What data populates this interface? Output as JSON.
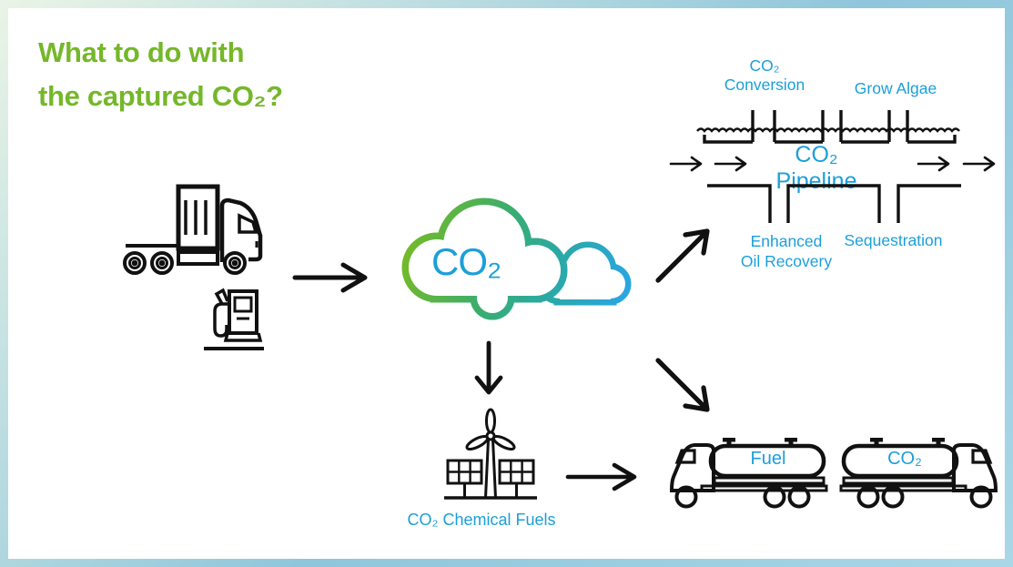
{
  "title": {
    "line1": "What to do with",
    "line2": "the captured CO₂?"
  },
  "cloud": {
    "label": "CO₂"
  },
  "pipeline": {
    "conversion": {
      "line1": "CO₂",
      "line2": "Conversion"
    },
    "grow_algae": "Grow Algae",
    "pipeline_label": "CO₂ Pipeline",
    "enhanced_oil_recovery": {
      "line1": "Enhanced",
      "line2": "Oil Recovery"
    },
    "sequestration": "Sequestration"
  },
  "chemical_fuels": {
    "label": "CO₂ Chemical Fuels"
  },
  "tankers": {
    "fuel_label": "Fuel",
    "co2_label": "CO₂"
  },
  "colors": {
    "green": "#75b72a",
    "blue": "#1b9fd9",
    "teal": "#2fab86",
    "sky_blue": "#29a8e0",
    "line_art": "#111111"
  }
}
